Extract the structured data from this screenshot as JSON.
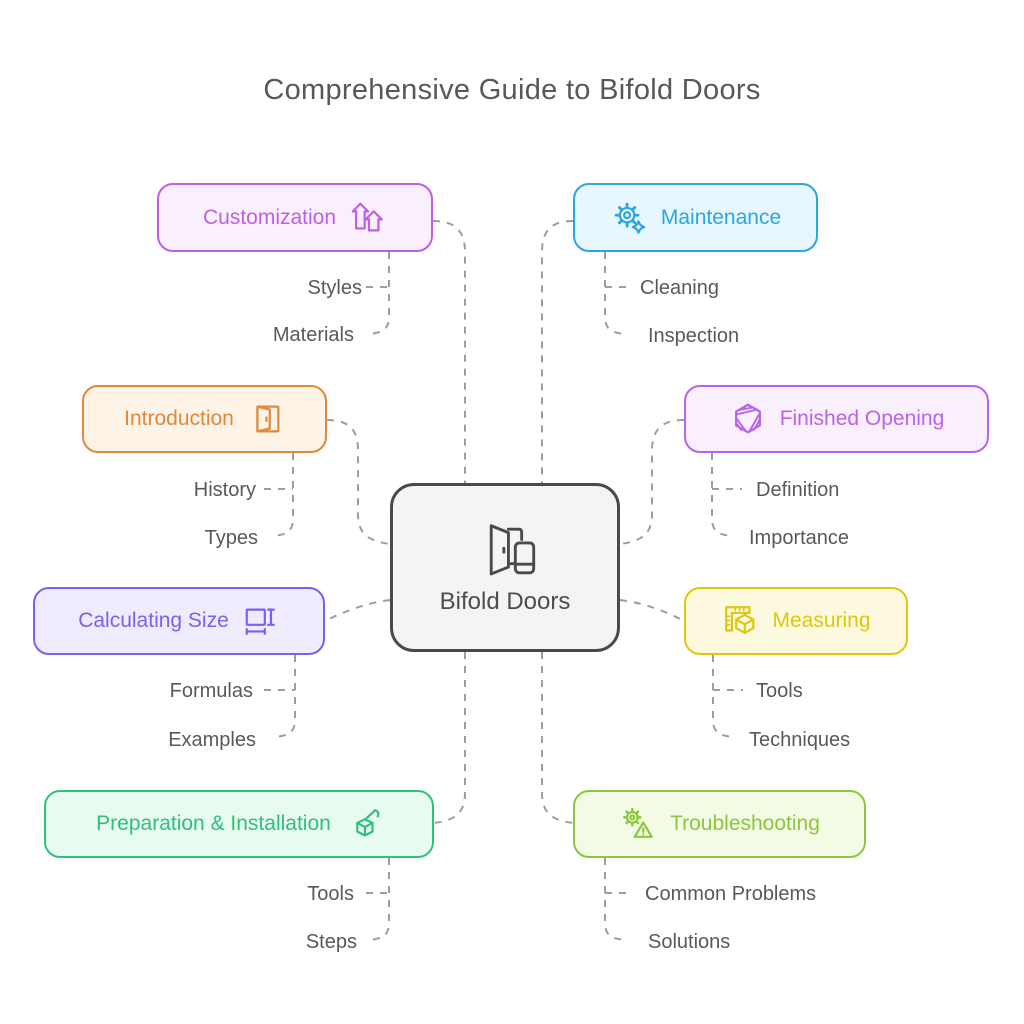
{
  "title": "Comprehensive Guide to Bifold Doors",
  "center": {
    "label": "Bifold Doors",
    "icon": "bifold-door-icon",
    "accent": "#4a4a4a",
    "bg": "#f4f4f4"
  },
  "nodes": [
    {
      "id": "customization",
      "label": "Customization",
      "icon": "upgrade-arrows-icon",
      "accent": "#bd5fe6",
      "bg": "#faeffd",
      "children": [
        "Styles",
        "Materials"
      ]
    },
    {
      "id": "maintenance",
      "label": "Maintenance",
      "icon": "gear-sparkle-icon",
      "accent": "#2aa7e0",
      "bg": "#e8f6fd",
      "children": [
        "Cleaning",
        "Inspection"
      ]
    },
    {
      "id": "introduction",
      "label": "Introduction",
      "icon": "door-icon",
      "accent": "#e0893c",
      "bg": "#fdf3e7",
      "children": [
        "History",
        "Types"
      ]
    },
    {
      "id": "finished-opening",
      "label": "Finished Opening",
      "icon": "striped-hexagon-icon",
      "accent": "#ba62e8",
      "bg": "#f9effd",
      "children": [
        "Definition",
        "Importance"
      ]
    },
    {
      "id": "calculating-size",
      "label": "Calculating Size",
      "icon": "dimension-icon",
      "accent": "#7a5ff2",
      "bg": "#efecfe",
      "children": [
        "Formulas",
        "Examples"
      ]
    },
    {
      "id": "measuring",
      "label": "Measuring",
      "icon": "ruler-cube-icon",
      "accent": "#ddc713",
      "bg": "#fdf9df",
      "children": [
        "Tools",
        "Techniques"
      ]
    },
    {
      "id": "preparation-installation",
      "label": "Preparation & Installation",
      "icon": "box-crane-icon",
      "accent": "#2fc07b",
      "bg": "#e8fbf1",
      "children": [
        "Tools",
        "Steps"
      ]
    },
    {
      "id": "troubleshooting",
      "label": "Troubleshooting",
      "icon": "gear-warning-icon",
      "accent": "#8cc63f",
      "bg": "#f4fbe4",
      "children": [
        "Common Problems",
        "Solutions"
      ]
    }
  ],
  "connector_color": "#9d9d9d"
}
